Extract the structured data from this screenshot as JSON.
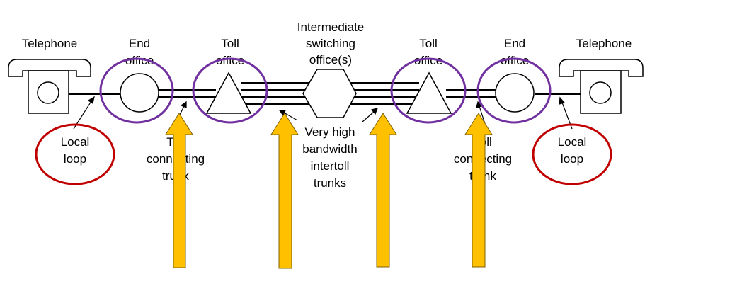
{
  "labels": {
    "telephone_left": "Telephone",
    "end_office_left": [
      "End",
      "office"
    ],
    "toll_office_left": [
      "Toll",
      "office"
    ],
    "intermediate": [
      "Intermediate",
      "switching",
      "office(s)"
    ],
    "toll_office_right": [
      "Toll",
      "office"
    ],
    "end_office_right": [
      "End",
      "office"
    ],
    "telephone_right": "Telephone",
    "local_loop_left": [
      "Local",
      "loop"
    ],
    "toll_trunk_left": [
      "Toll",
      "connecting",
      "trunk"
    ],
    "intertoll": [
      "Very high",
      "bandwidth",
      "intertoll",
      "trunks"
    ],
    "toll_trunk_right": [
      "Toll",
      "connecting",
      "trunk"
    ],
    "local_loop_right": [
      "Local",
      "loop"
    ]
  },
  "colors": {
    "office_highlight": "#7030a0",
    "loop_highlight": "#c00000",
    "arrow_fill": "#ffc000",
    "arrow_stroke": "#7f6000",
    "line": "#000000"
  }
}
